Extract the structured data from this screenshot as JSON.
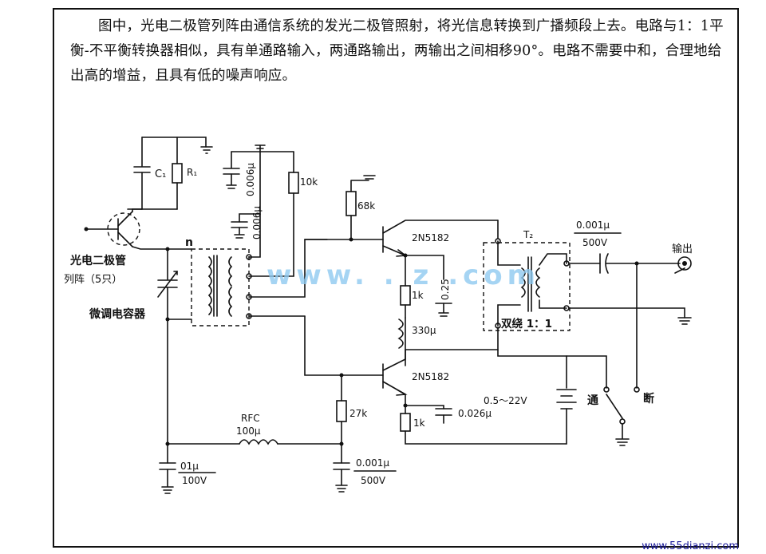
{
  "caption": "图中，光电二极管列阵由通信系统的发光二极管照射，将光信息转换到广播频段上去。电路与1：1平衡-不平衡转换器相似，具有单通路输入，两通路输出，两输出之间相移90°。电路不需要中和，合理地给出高的增益，且具有低的噪声响应。",
  "labels": {
    "photodiode": "光电二极管",
    "array": "列阵（5只）",
    "trimmer": "微调电容器",
    "c1": "C₁",
    "r1": "R₁",
    "cap_top": "0.006μ",
    "cap_mid": "0.006μ",
    "r10k": "10k",
    "r68k": "68k",
    "n": "n",
    "q1": "2N5182",
    "q2": "2N5182",
    "r1k_top": "1k",
    "l330": "330μ",
    "cap_025": "0.25",
    "t2": "T₂",
    "winding": "双绕 1：1",
    "cap_out_val": "0.001μ",
    "cap_out_v": "500V",
    "output": "输出",
    "r27k": "27k",
    "r1k_bot": "1k",
    "cap_0026": "0.026μ",
    "battery": "0.5～22V",
    "on": "通",
    "off": "断",
    "rfc": "RFC",
    "rfc_val": "100μ",
    "cap_left_val": "01μ",
    "cap_left_v": "100V",
    "cap_mid_val": "0.001μ",
    "cap_mid_v": "500V"
  },
  "watermark": "www.   .   z  .com",
  "site": "www.55dianzi.com"
}
